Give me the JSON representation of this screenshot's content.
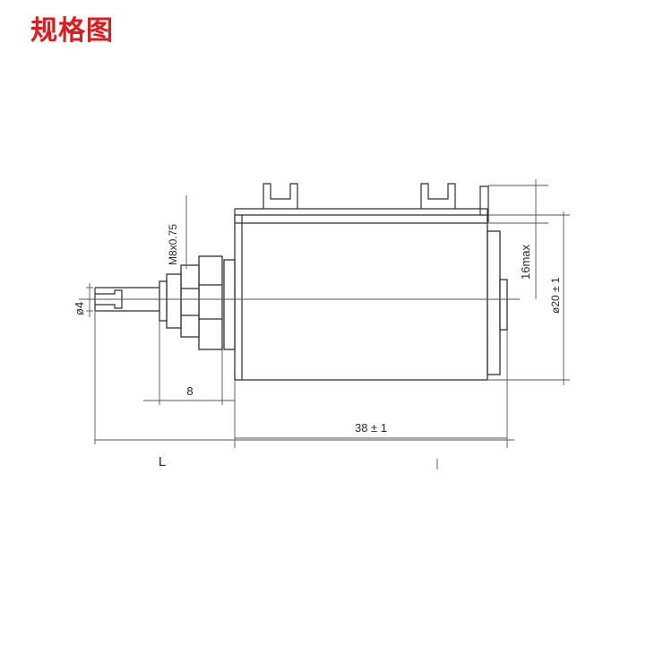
{
  "title": "规格图",
  "colors": {
    "title": "#e11b1b",
    "line": "#2f2f2f"
  },
  "drawing": {
    "thread_label": "M8x0.75",
    "shaft_diameter_label": "ø4",
    "height_label": "16max",
    "body_diameter_label": "ø20 ± 1",
    "bushing_length_label": "8",
    "body_length_label": "38 ± 1",
    "length_label": "L"
  }
}
